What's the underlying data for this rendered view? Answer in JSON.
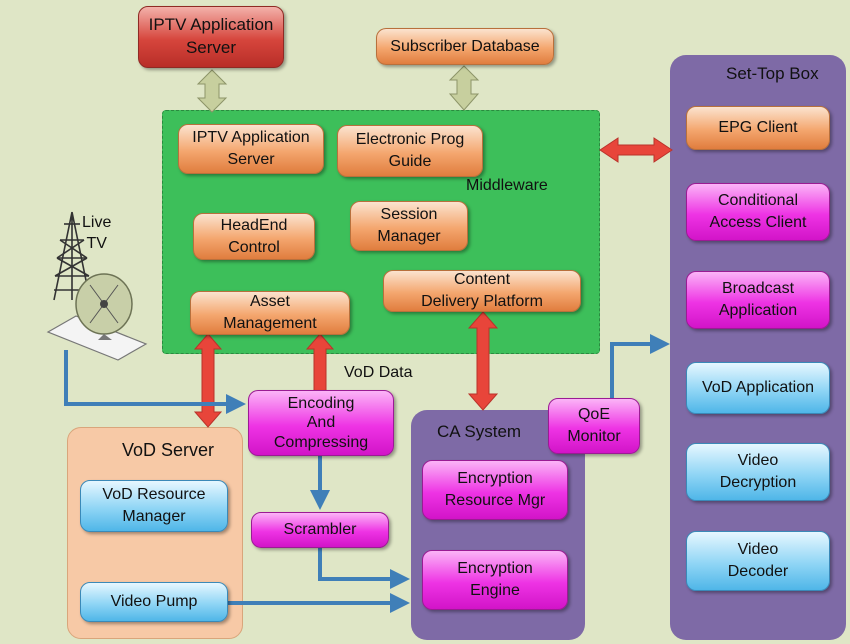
{
  "top": {
    "iptv_server_external": "IPTV Application\nServer",
    "subscriber_db": "Subscriber Database"
  },
  "middleware": {
    "label": "Middleware",
    "iptv_server": "IPTV Application\nServer",
    "epg": "Electronic Prog\nGuide",
    "headend": "HeadEnd\nControl",
    "session": "Session\nManager",
    "asset": "Asset\nManagement",
    "cdp": "Content\nDelivery Platform"
  },
  "live_tv": {
    "label": "Live\nTV"
  },
  "vod_data_label": "VoD Data",
  "encoding": "Encoding\nAnd\nCompressing",
  "scrambler": "Scrambler",
  "qoe": "QoE\nMonitor",
  "vod_server": {
    "title": "VoD Server",
    "resource_manager": "VoD Resource\nManager",
    "video_pump": "Video Pump"
  },
  "ca_system": {
    "title": "CA System",
    "resource_mgr": "Encryption\nResource Mgr",
    "engine": "Encryption\nEngine"
  },
  "stb": {
    "title": "Set-Top Box",
    "epg_client": "EPG Client",
    "ca_client": "Conditional\nAccess Client",
    "broadcast": "Broadcast\nApplication",
    "vod_app": "VoD Application",
    "decryption": "Video\nDecryption",
    "decoder": "Video\nDecoder"
  },
  "colors": {
    "middleware_green": "#3dbf5a",
    "stb_purple": "#7e6aa6",
    "vod_server_peach": "#f7c9a6",
    "red_arrow": "#e8453a",
    "blue_arrow": "#3f7fb8",
    "olive_arrow": "#c7cf9e"
  }
}
